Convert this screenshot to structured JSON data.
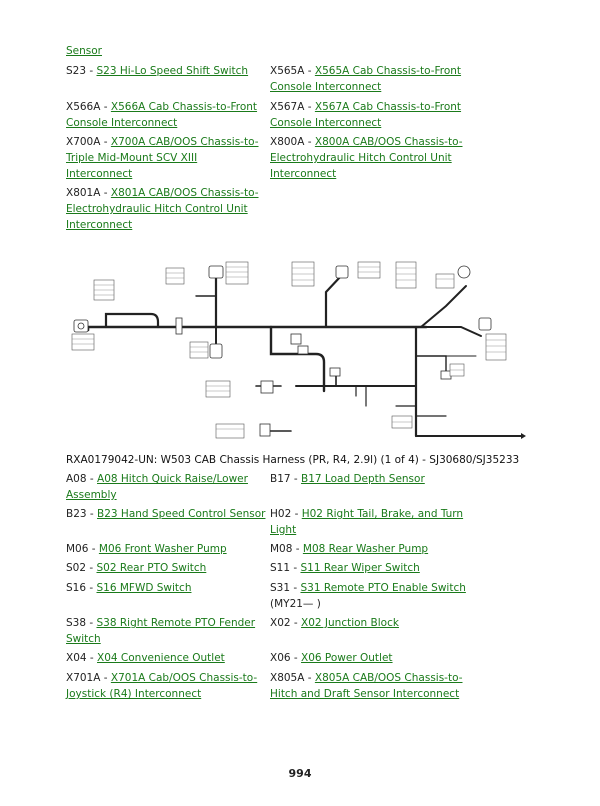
{
  "top_entries": [
    {
      "code": "",
      "link": "Sensor"
    },
    {
      "code": "S23 - ",
      "link": "S23 Hi-Lo Speed Shift Switch"
    },
    {
      "code": "X565A - ",
      "link": "X565A Cab Chassis-to-Front Console Interconnect"
    },
    {
      "code": "X566A - ",
      "link": "X566A Cab Chassis-to-Front Console Interconnect"
    },
    {
      "code": "X567A - ",
      "link": "X567A Cab Chassis-to-Front Console Interconnect"
    },
    {
      "code": "X700A - ",
      "link": "X700A CAB/OOS Chassis-to-Triple Mid-Mount SCV XIII Interconnect"
    },
    {
      "code": "X800A - ",
      "link": "X800A CAB/OOS Chassis-to-Electrohydraulic Hitch Control Unit Interconnect"
    },
    {
      "code": "X801A - ",
      "link": "X801A CAB/OOS Chassis-to-Electrohydraulic Hitch Control Unit Interconnect"
    }
  ],
  "caption": "RXA0179042-UN: W503 CAB Chassis Harness (PR, R4, 2.9l) (1 of 4) - SJ30680/SJ35233",
  "bottom_entries": [
    {
      "code": "A08 - ",
      "link": "A08 Hitch Quick Raise/Lower Assembly",
      "suffix": ""
    },
    {
      "code": "B17 - ",
      "link": "B17 Load Depth Sensor",
      "suffix": ""
    },
    {
      "code": "B23 - ",
      "link": "B23 Hand Speed Control Sensor",
      "suffix": ""
    },
    {
      "code": "H02 - ",
      "link": "H02 Right Tail, Brake, and Turn Light",
      "suffix": ""
    },
    {
      "code": "M06 - ",
      "link": "M06 Front Washer Pump",
      "suffix": ""
    },
    {
      "code": "M08 - ",
      "link": "M08 Rear Washer Pump",
      "suffix": ""
    },
    {
      "code": "S02 - ",
      "link": "S02 Rear PTO Switch",
      "suffix": ""
    },
    {
      "code": "S11 - ",
      "link": "S11 Rear Wiper Switch",
      "suffix": ""
    },
    {
      "code": "S16 - ",
      "link": "S16 MFWD Switch",
      "suffix": ""
    },
    {
      "code": "S31 - ",
      "link": "S31 Remote PTO Enable Switch",
      "suffix": " (MY21— )"
    },
    {
      "code": "S38 - ",
      "link": "S38 Right Remote PTO Fender Switch",
      "suffix": ""
    },
    {
      "code": "X02 - ",
      "link": "X02 Junction Block",
      "suffix": ""
    },
    {
      "code": "X04 - ",
      "link": "X04 Convenience Outlet",
      "suffix": ""
    },
    {
      "code": "X06 - ",
      "link": "X06 Power Outlet",
      "suffix": ""
    },
    {
      "code": "X701A - ",
      "link": "X701A Cab/OOS Chassis-to-Joystick (R4) Interconnect",
      "suffix": ""
    },
    {
      "code": "X805A - ",
      "link": "X805A CAB/OOS Chassis-to-Hitch and Draft Sensor Interconnect",
      "suffix": ""
    }
  ],
  "page_number": "994",
  "colors": {
    "link": "#1a7a1a",
    "wire": "#222222"
  }
}
